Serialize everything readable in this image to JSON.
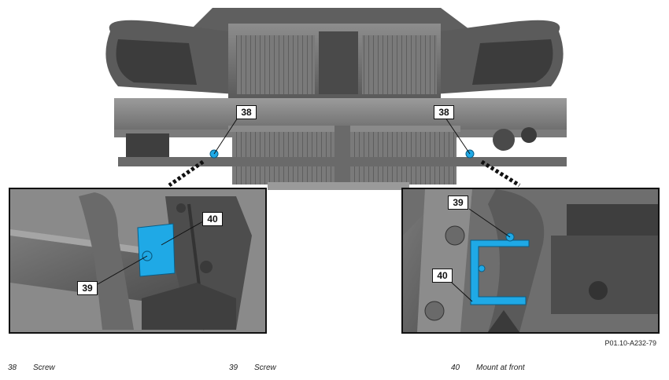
{
  "figure": {
    "code": "P01.10-A232-79",
    "callouts": {
      "main_left": "38",
      "main_right": "38",
      "inset_left_40": "40",
      "inset_left_39": "39",
      "inset_right_39": "39",
      "inset_right_40": "40"
    }
  },
  "legend": [
    {
      "number": "38",
      "label": "Screw"
    },
    {
      "number": "39",
      "label": "Screw"
    },
    {
      "number": "40",
      "label": "Mount at front"
    }
  ],
  "colors": {
    "highlight": "#1fa9e6",
    "part_dark": "#4a4a4a",
    "part_mid": "#6e6e6e",
    "part_light": "#9a9a9a"
  }
}
